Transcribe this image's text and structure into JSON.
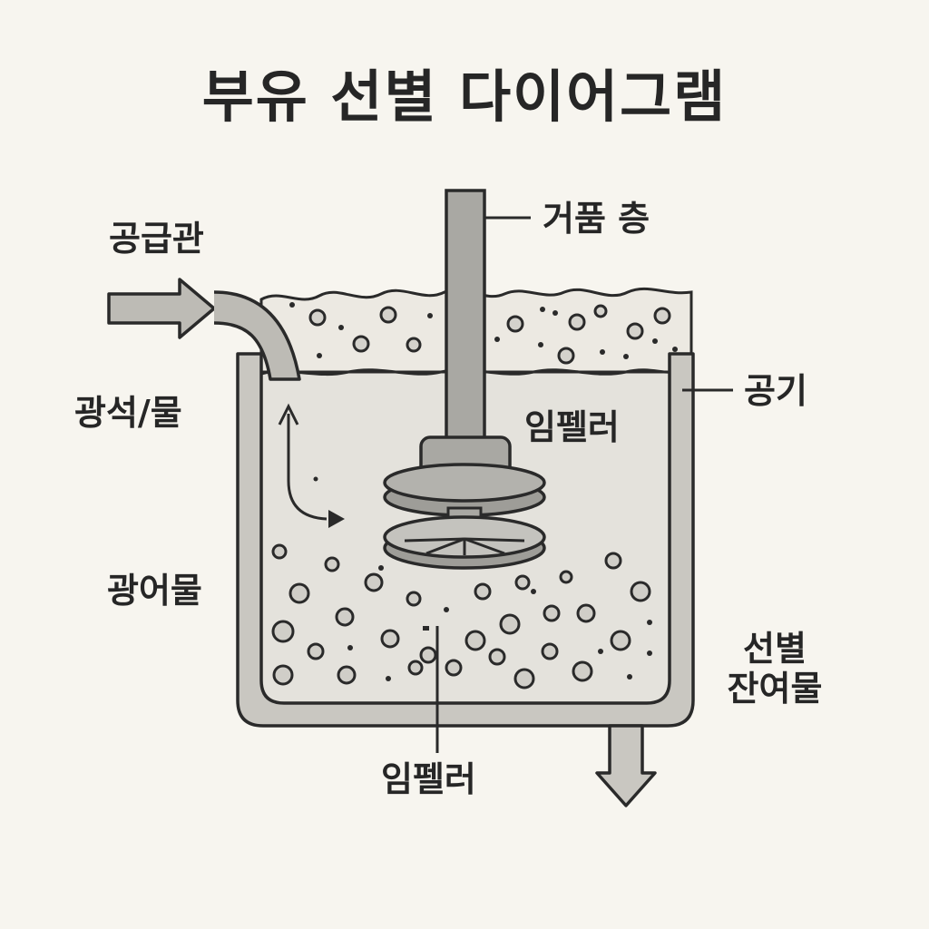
{
  "title": "부유 선별 다이어그램",
  "labels": {
    "feed_pipe": "공급관",
    "ore_water": "광석/물",
    "froth_layer": "거품 층",
    "air": "공기",
    "impeller_upper": "임펠러",
    "slurry": "광어물",
    "tailings_line1": "선별",
    "tailings_line2": "잔여물",
    "impeller_lower": "임펠러"
  },
  "colors": {
    "background": "#f7f5ef",
    "outline": "#2a2a2a",
    "tank_wall": "#c9c7c1",
    "liquid": "#e4e2dc",
    "froth": "#ece9e2",
    "shaft": "#a9a8a3",
    "pipe": "#bdbbb5"
  }
}
